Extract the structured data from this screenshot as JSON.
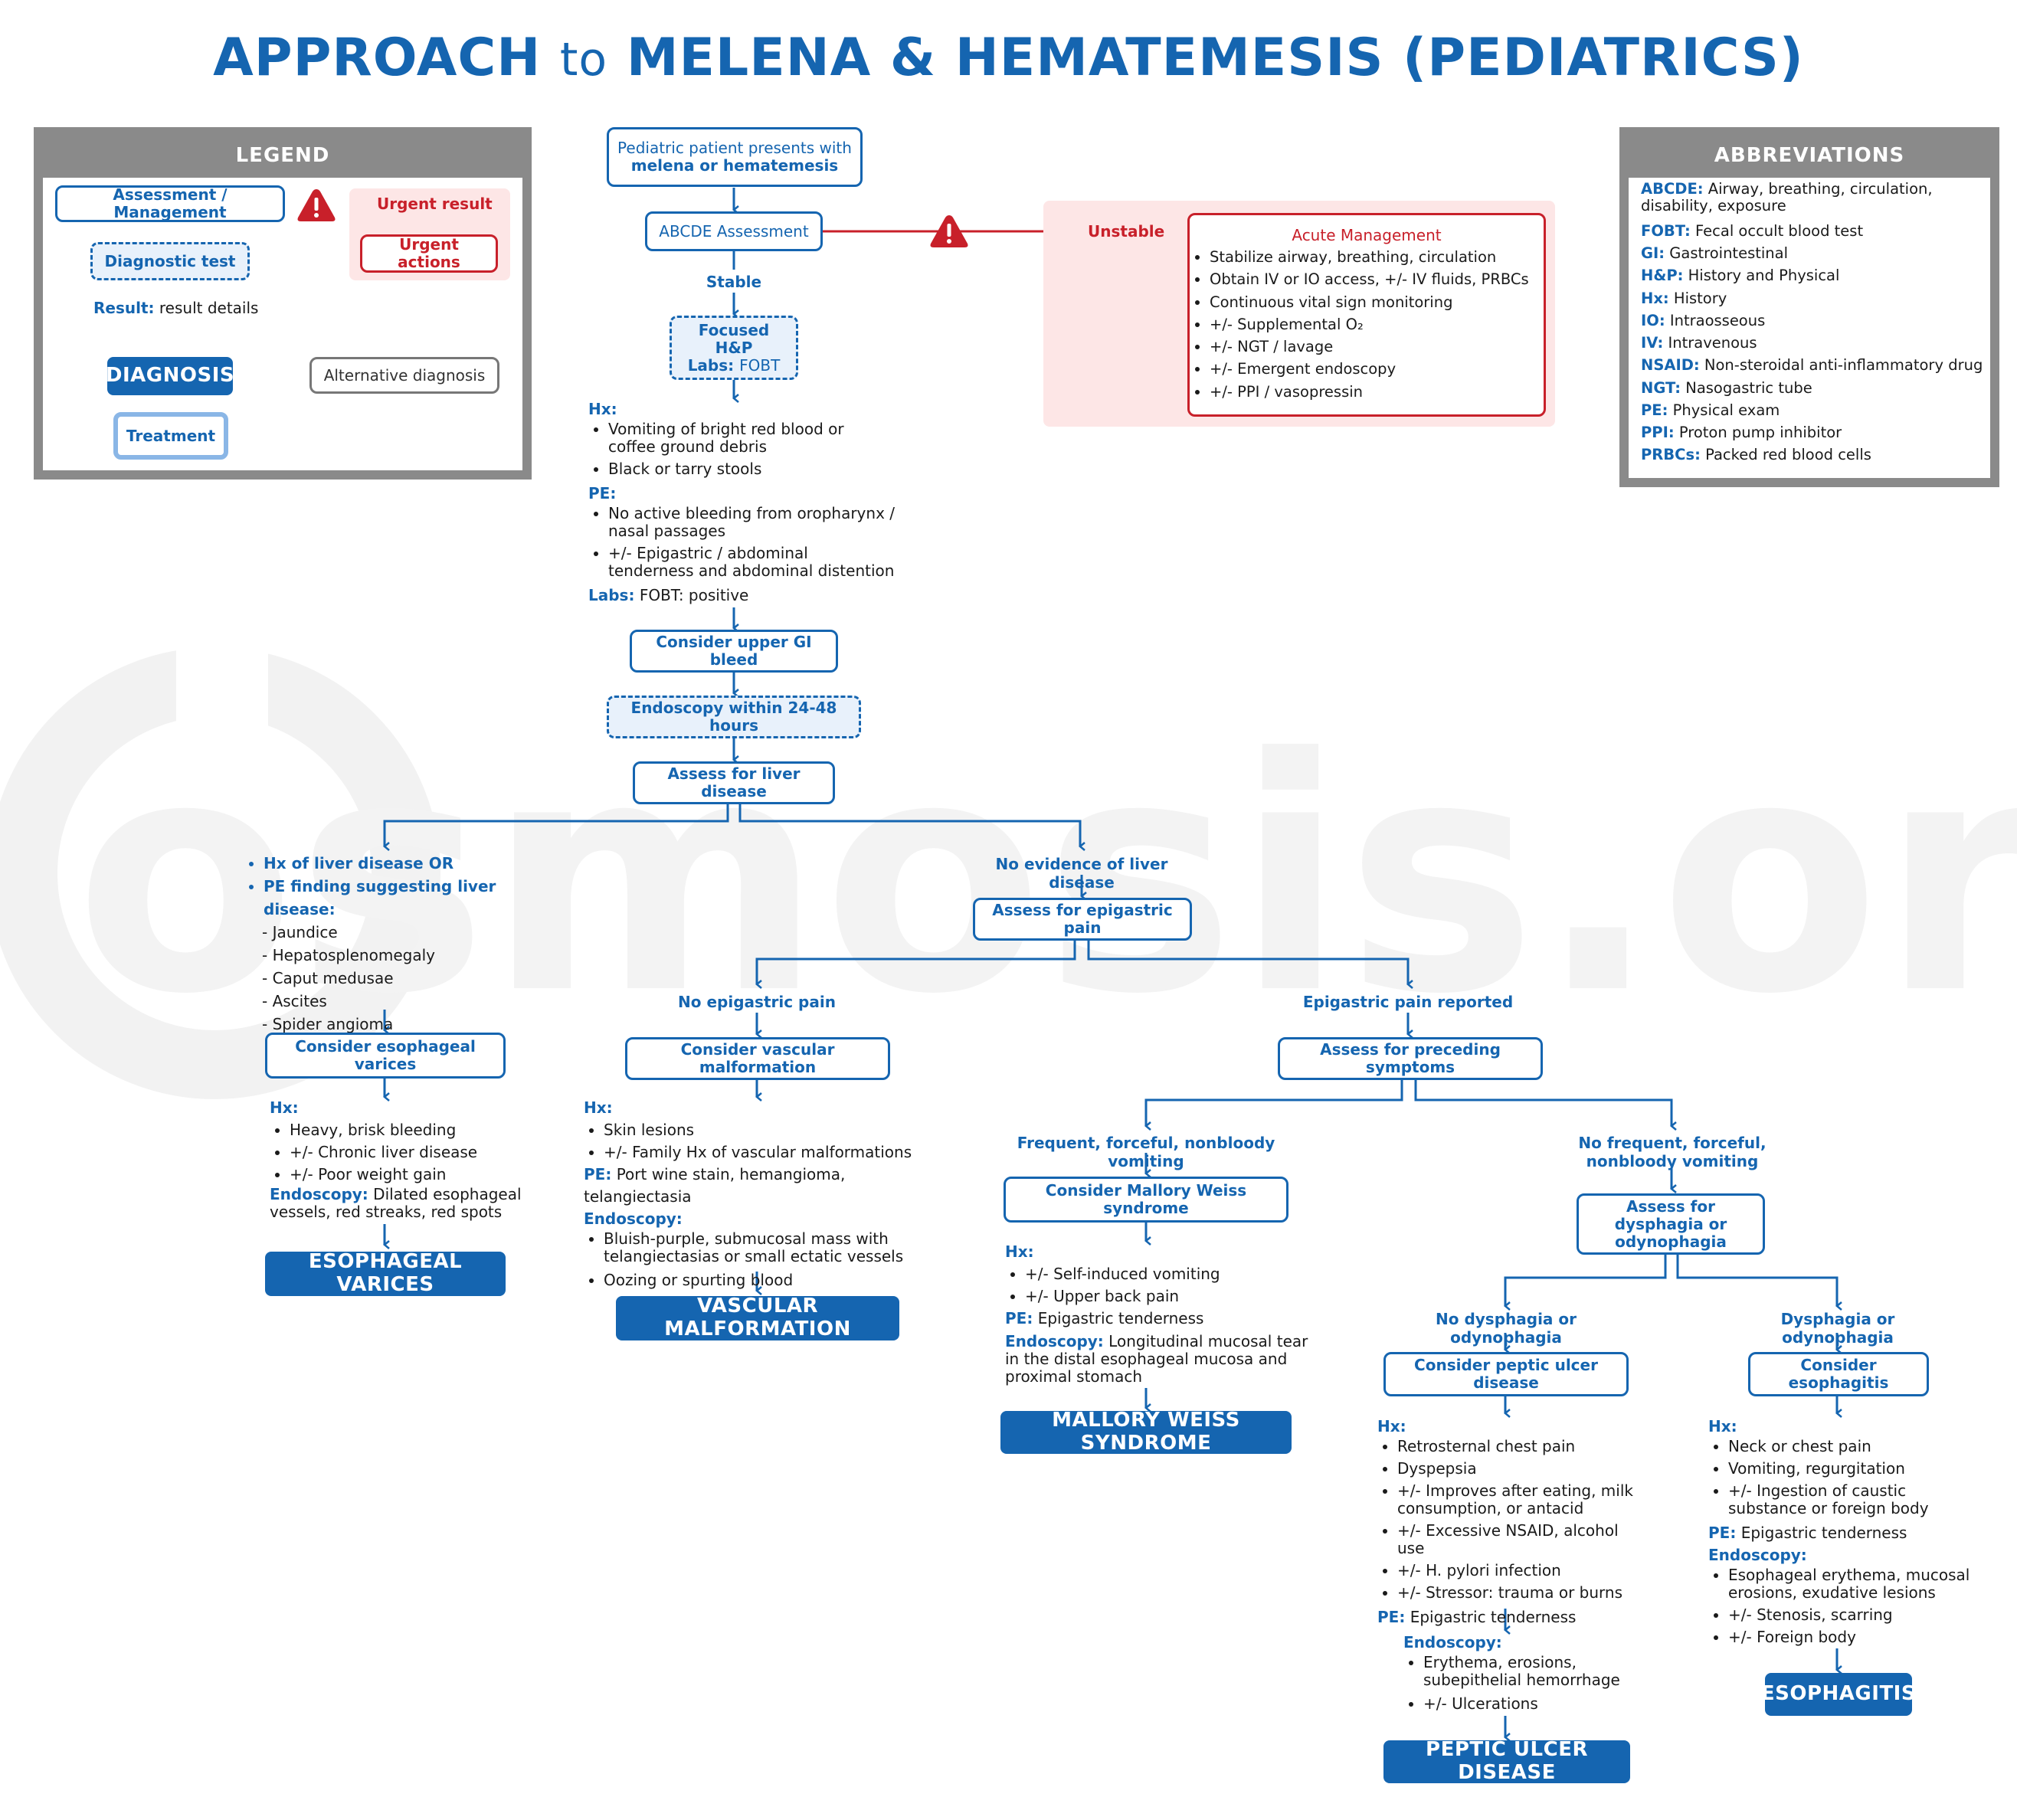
{
  "title": {
    "part1": "APPROACH",
    "part2": "to",
    "part3": "MELENA & HEMATEMESIS (PEDIATRICS)"
  },
  "watermark": "osmosis.org",
  "legend": {
    "heading": "LEGEND",
    "assessment": "Assessment / Management",
    "diagnostic_test": "Diagnostic test",
    "result_label": "Result:",
    "result_text": "result details",
    "diagnosis": "DIAGNOSIS",
    "treatment": "Treatment",
    "urgent_result": "Urgent result",
    "urgent_actions": "Urgent actions",
    "alternative": "Alternative diagnosis"
  },
  "abbreviations": {
    "heading": "ABBREVIATIONS",
    "items": [
      {
        "abbr": "ABCDE:",
        "def": "Airway, breathing, circulation, disability, exposure"
      },
      {
        "abbr": "FOBT:",
        "def": "Fecal occult blood test"
      },
      {
        "abbr": "GI:",
        "def": "Gastrointestinal"
      },
      {
        "abbr": "H&P:",
        "def": "History and Physical"
      },
      {
        "abbr": "Hx:",
        "def": "History"
      },
      {
        "abbr": "IO:",
        "def": "Intraosseous"
      },
      {
        "abbr": "IV:",
        "def": "Intravenous"
      },
      {
        "abbr": "NSAID:",
        "def": "Non-steroidal anti-inflammatory drug"
      },
      {
        "abbr": "NGT:",
        "def": "Nasogastric tube"
      },
      {
        "abbr": "PE:",
        "def": "Physical exam"
      },
      {
        "abbr": "PPI:",
        "def": "Proton pump inhibitor"
      },
      {
        "abbr": "PRBCs:",
        "def": "Packed red blood cells"
      }
    ]
  },
  "start": {
    "line1": "Pediatric patient presents with",
    "line2": "melena or hematemesis"
  },
  "abcde": "ABCDE Assessment",
  "unstable": "Unstable",
  "acute": {
    "heading": "Acute Management",
    "items": [
      "Stabilize airway, breathing, circulation",
      "Obtain IV or IO access, +/- IV fluids, PRBCs",
      "Continuous vital sign monitoring",
      "+/- Supplemental O₂",
      "+/- NGT / lavage",
      "+/- Emergent endoscopy",
      "+/- PPI / vasopressin"
    ]
  },
  "stable": "Stable",
  "focused": {
    "line1": "Focused H&P",
    "line2_label": "Labs:",
    "line2_value": "FOBT"
  },
  "initial_findings": {
    "hx_label": "Hx:",
    "hx": [
      "Vomiting of bright red blood or coffee ground debris",
      "Black or tarry stools"
    ],
    "pe_label": "PE:",
    "pe": [
      "No active bleeding from oropharynx / nasal passages",
      "+/- Epigastric / abdominal tenderness and abdominal distention"
    ],
    "labs_label": "Labs:",
    "labs": "FOBT: positive"
  },
  "upper_gi": "Consider upper GI bleed",
  "endoscopy": "Endoscopy within 24-48 hours",
  "liver": "Assess for liver disease",
  "liver_yes": {
    "hx": "Hx of liver disease",
    "or": "OR",
    "pe": "PE finding suggesting liver disease:",
    "items": [
      "Jaundice",
      "Hepatosplenomegaly",
      "Caput medusae",
      "Ascites",
      "Spider angioma"
    ]
  },
  "liver_no": "No evidence of liver disease",
  "epigastric": "Assess for epigastric pain",
  "no_epigastric": "No epigastric pain",
  "epigastric_reported": "Epigastric pain reported",
  "varices": {
    "consider": "Consider esophageal varices",
    "hx_label": "Hx:",
    "hx": [
      "Heavy, brisk bleeding",
      "+/- Chronic liver disease",
      "+/- Poor weight gain"
    ],
    "endo_label": "Endoscopy:",
    "endo": "Dilated esophageal vessels, red streaks, red spots",
    "dx": "ESOPHAGEAL VARICES"
  },
  "vascular": {
    "consider": "Consider vascular malformation",
    "hx_label": "Hx:",
    "hx": [
      "Skin lesions",
      "+/- Family Hx of vascular malformations"
    ],
    "pe_label": "PE:",
    "pe": "Port wine stain, hemangioma, telangiectasia",
    "endo_label": "Endoscopy:",
    "endo": [
      "Bluish-purple, submucosal mass with telangiectasias or small ectatic vessels",
      "Oozing or spurting blood"
    ],
    "dx": "VASCULAR MALFORMATION"
  },
  "preceding": "Assess for preceding symptoms",
  "frequent_vomiting": "Frequent, forceful, nonbloody vomiting",
  "no_frequent_vomiting": "No frequent, forceful, nonbloody vomiting",
  "mallory": {
    "consider": "Consider Mallory Weiss syndrome",
    "hx_label": "Hx:",
    "hx": [
      "+/- Self-induced vomiting",
      "+/- Upper back pain"
    ],
    "pe_label": "PE:",
    "pe": "Epigastric tenderness",
    "endo_label": "Endoscopy:",
    "endo": "Longitudinal mucosal tear in the distal esophageal mucosa and proximal stomach",
    "dx": "MALLORY WEISS SYNDROME"
  },
  "dysphagia": "Assess for dysphagia or odynophagia",
  "no_dysphagia": "No dysphagia or odynophagia",
  "yes_dysphagia": "Dysphagia or odynophagia",
  "pud": {
    "consider": "Consider peptic ulcer disease",
    "hx_label": "Hx:",
    "hx": [
      "Retrosternal chest pain",
      "Dyspepsia",
      "+/- Improves after eating, milk consumption, or antacid",
      "+/- Excessive NSAID, alcohol use",
      "+/- H. pylori infection",
      "+/- Stressor: trauma or burns"
    ],
    "pe_label": "PE:",
    "pe": "Epigastric tenderness",
    "endo_label": "Endoscopy:",
    "endo": [
      "Erythema, erosions, subepithelial hemorrhage",
      "+/- Ulcerations"
    ],
    "dx": "PEPTIC ULCER DISEASE"
  },
  "esophagitis": {
    "consider": "Consider esophagitis",
    "hx_label": "Hx:",
    "hx": [
      "Neck or chest pain",
      "Vomiting, regurgitation",
      "+/- Ingestion of caustic substance or foreign body"
    ],
    "pe_label": "PE:",
    "pe": "Epigastric tenderness",
    "endo_label": "Endoscopy:",
    "endo": [
      "Esophageal erythema, mucosal erosions, exudative lesions",
      "+/- Stenosis, scarring",
      "+/- Foreign body"
    ],
    "dx": "ESOPHAGITIS"
  },
  "colors": {
    "blue": "#1565b0",
    "red": "#c8202a",
    "gray": "#8a8a8a",
    "light_red": "#fde6e6"
  }
}
